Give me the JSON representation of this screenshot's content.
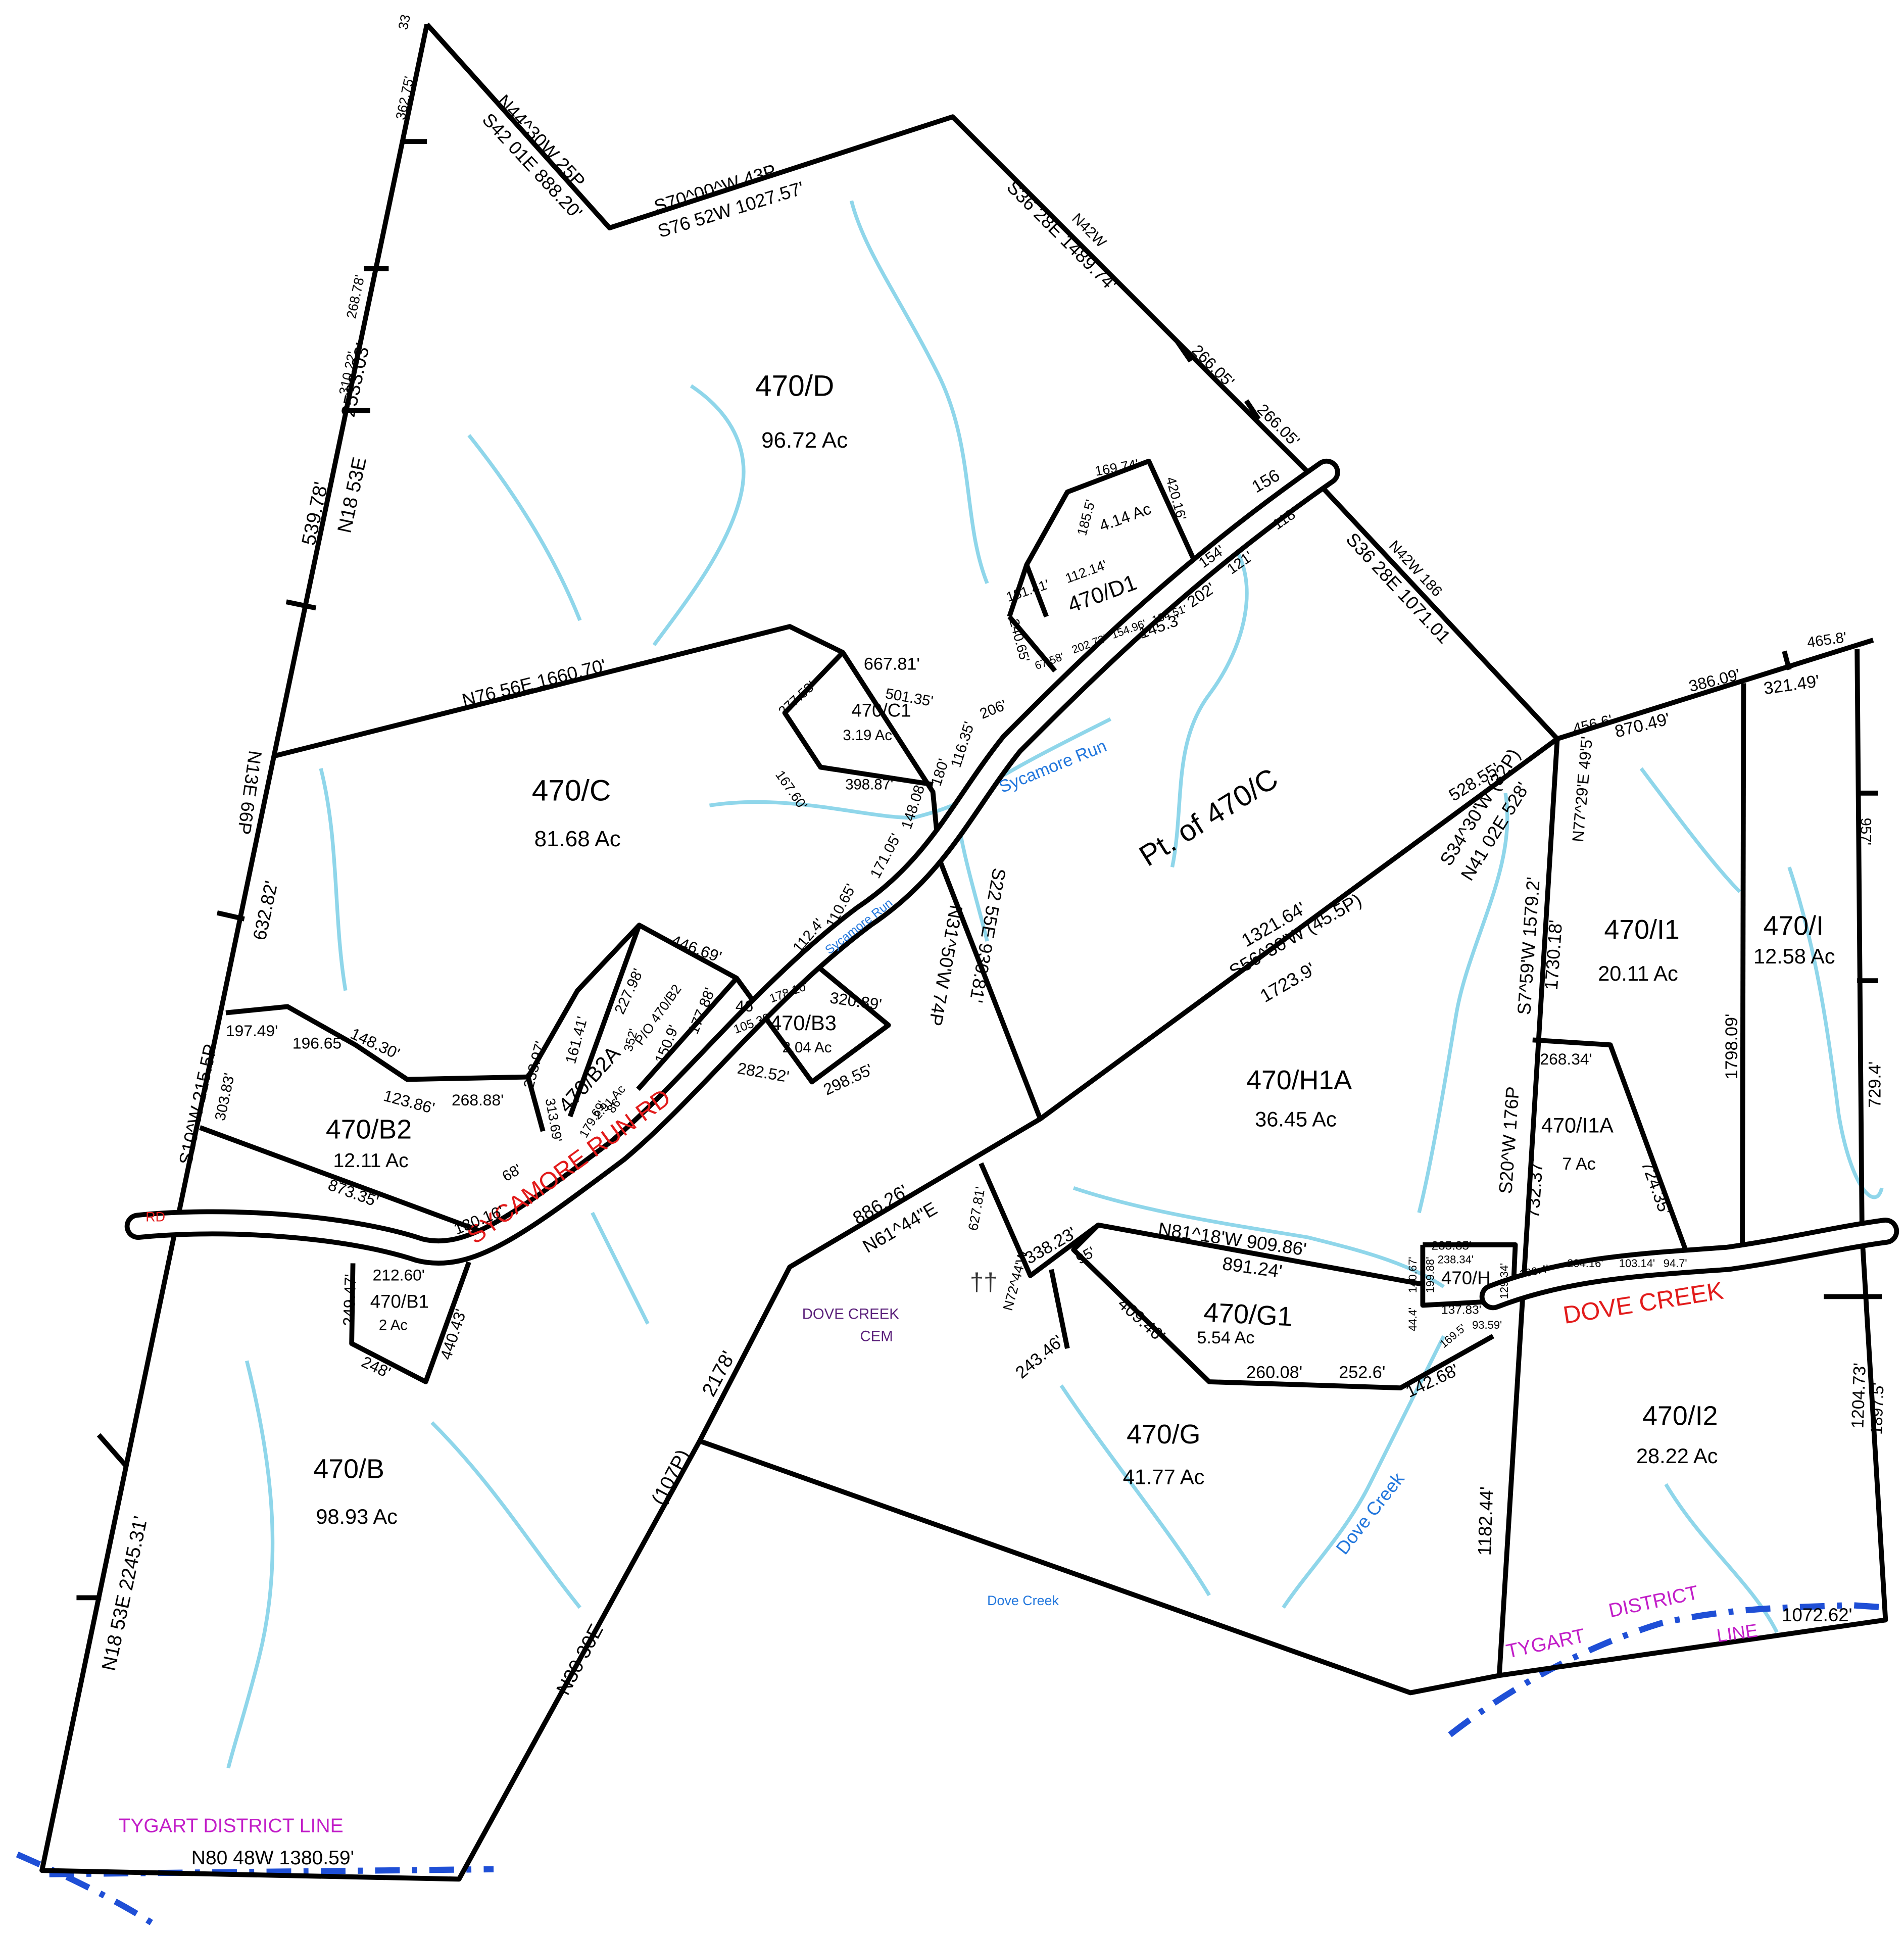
{
  "parcels": {
    "d": {
      "id": "470/D",
      "acres": "96.72 Ac"
    },
    "d1": {
      "id": "470/D1",
      "acres": "4.14 Ac"
    },
    "c": {
      "id": "470/C",
      "acres": "81.68 Ac"
    },
    "c1": {
      "id": "470/C1",
      "acres": "3.19 Ac"
    },
    "ptc": {
      "id": "Pt. of 470/C"
    },
    "b2": {
      "id": "470/B2",
      "acres": "12.11 Ac"
    },
    "b2a": {
      "id": "470/B2A",
      "acres": "2.91 Ac"
    },
    "b3": {
      "id": "470/B3",
      "acres": "2.04 Ac"
    },
    "b1": {
      "id": "470/B1",
      "acres": "2 Ac"
    },
    "b": {
      "id": "470/B",
      "acres": "98.93 Ac"
    },
    "h1a": {
      "id": "470/H1A",
      "acres": "36.45 Ac"
    },
    "i1": {
      "id": "470/I1",
      "acres": "20.11 Ac"
    },
    "i": {
      "id": "470/I",
      "acres": "12.58 Ac"
    },
    "i1a": {
      "id": "470/I1A",
      "acres": "7 Ac"
    },
    "h": {
      "id": "470/H"
    },
    "g1": {
      "id": "470/G1",
      "acres": "5.54 Ac"
    },
    "g": {
      "id": "470/G",
      "acres": "41.77 Ac"
    },
    "i2": {
      "id": "470/I2",
      "acres": "28.22 Ac"
    },
    "po_b2": "P/O 470/B2"
  },
  "roads": {
    "sycamore_run_rd": "SYCAMORE RUN RD",
    "rd": "RD",
    "dove_creek": "DOVE CREEK"
  },
  "streams": {
    "sycamore_run": "Sycamore Run",
    "sycamore_run_small": "Sycamore Run",
    "dove_creek": "Dove Creek",
    "dove_creek_small": "Dove Creek"
  },
  "labels": {
    "cemetery_line1": "DOVE CREEK",
    "cemetery_line2": "CEM",
    "district_line_bottom": "TYGART  DISTRICT LINE",
    "district_tygart": "TYGART",
    "district_district": "DISTRICT",
    "district_line": "LINE",
    "cross_symbol": "††"
  },
  "calls": {
    "n44_30w_25p": "N44^30W  25P",
    "s42_01e": "S42 01E  888.20'",
    "s70_00w_43p": "S70^00^W    43P",
    "s76_52w": "S76  52W     1027.57'",
    "s36_28e_1489": "S36 28E  1489.74'",
    "n_top": "N42W",
    "b_266_a": "266.05'",
    "b_266_b": "266.05'",
    "n18_53e_2533": "2533.03'",
    "n18_53e_a": "N18  53E",
    "b_539": "539.78'",
    "b_310": "310.22'",
    "b_268_78": "268.78'",
    "b_362": "362.75'",
    "b_top_frag": "33",
    "n76_56e": "N76 56E  1660.70'",
    "n13e_66p": "N13E    66P",
    "b_632": "632.82'",
    "s10w_215p": "S10^W    215.5P",
    "b_303": "303.83'",
    "b_197": "197.49'",
    "b_196": "196.65'",
    "b_148_30": "148.30'",
    "b_123": "123.86'",
    "b_268_88": "268.88'",
    "b_873": "873.35'",
    "b_130": "130.16'",
    "b_68": "68'",
    "b_233": "233.97'",
    "b_161": "161.41'",
    "b_227": "227.98'",
    "b_352": "352'",
    "b_313": "313.69'",
    "b_179": "179.69'",
    "b_86": "86'",
    "b_150_9": "150.9'",
    "b_177": "177.88'",
    "b_446": "446.69'",
    "b_46": "46",
    "b_112_4": "112.4'",
    "b_110": "110.65'",
    "b_171": "171.05'",
    "b_148_08": "148.08'",
    "b_180": "180'",
    "b_116": "116.35'",
    "b_206": "206'",
    "b_105": "105.38'",
    "b_178": "178.10'",
    "b_320": "320.89'",
    "b_282": "282.52'",
    "b_298": "298.55'",
    "b_667": "667.81'",
    "b_501": "501.35'",
    "b_277": "277.53'",
    "b_167": "167.60'",
    "b_398": "398.87'",
    "b_181": "181.41'",
    "b_240": "240.65'",
    "b_185": "185.5'",
    "b_112_14": "112.14'",
    "b_169_74": "169.74'",
    "b_420": "420.16'",
    "b_67": "67.58'",
    "b_202_73": "202.73'",
    "b_154_96": "154.96'",
    "b_104": "104.51'",
    "b_154": "154'",
    "b_156": "156",
    "b_121": "121'",
    "b_118": "118'",
    "b_202": "202'",
    "b_145": "145.3'",
    "s36_28e_1071": "S36 28E    1071.01",
    "n42w_frag": "N42W 186",
    "b_528_55": "528.55'",
    "s34_30w": "S34^30'W  (32P)",
    "n41_02e": "N41 02E 528'",
    "n77_29e": "N77^29'E  49'5'",
    "b_1321": "1321.64'",
    "s56_30w": "S56^30'W  (45.5P)",
    "b_1723": "1723.9'",
    "n31_50w_74p": "N31^50'W  74P",
    "s22_55e": "S22 55E  930.81'",
    "s7_59w": "S7^59'W  1579.2'",
    "b_1730": "1730.18'",
    "b_870": "870.49'",
    "b_456": "456.6'",
    "b_386": "386.09'",
    "b_321": "321.49'",
    "b_465": "465.8'",
    "b_957": "957'",
    "b_1798": "1798.09'",
    "b_729": "729.4'",
    "b_268_34": "268.34'",
    "s20w_176p": "S20^W   176P",
    "b_732": "732.37'",
    "b_724": "724.35'",
    "b_886": "886.26'",
    "n61_44e": "N61^44\"E",
    "b_627": "627.81'",
    "n72_44w": "N72^44'W",
    "b_338": "338.23'",
    "b_95": "95'",
    "n81_18w": "N81^18'W     909.86'",
    "b_891": "891.24'",
    "b_409": "409.46'",
    "b_260": "260.08'",
    "b_252": "252.6'",
    "b_142": "142.68'",
    "b_243": "243.46'",
    "b_235": "235.85'",
    "b_238": "238.34'",
    "b_140": "140.67'",
    "b_199": "199.88'",
    "b_129": "129.34'",
    "b_137": "137.83'",
    "b_44_4": "44.4'",
    "b_169_5": "169.5'",
    "b_93": "93.59'",
    "b_100": "100.4'",
    "b_204": "204.16'",
    "b_103": "103.14'",
    "b_94": "94.7'",
    "b_212": "212.60'",
    "b_249": "249.47'",
    "b_440": "440.43'",
    "b_248": "248'",
    "b_2178": "2178'",
    "b_107p": "(107P)",
    "n30_30e": "N30 30E",
    "n18_53e_2245": "N18 53E  2245.31'",
    "n80_48w": "N80 48W  1380.59'",
    "b_1182": "1182.44'",
    "b_1204": "1204.73'",
    "b_1897": "1897.5'",
    "b_1072": "1072.62'"
  }
}
